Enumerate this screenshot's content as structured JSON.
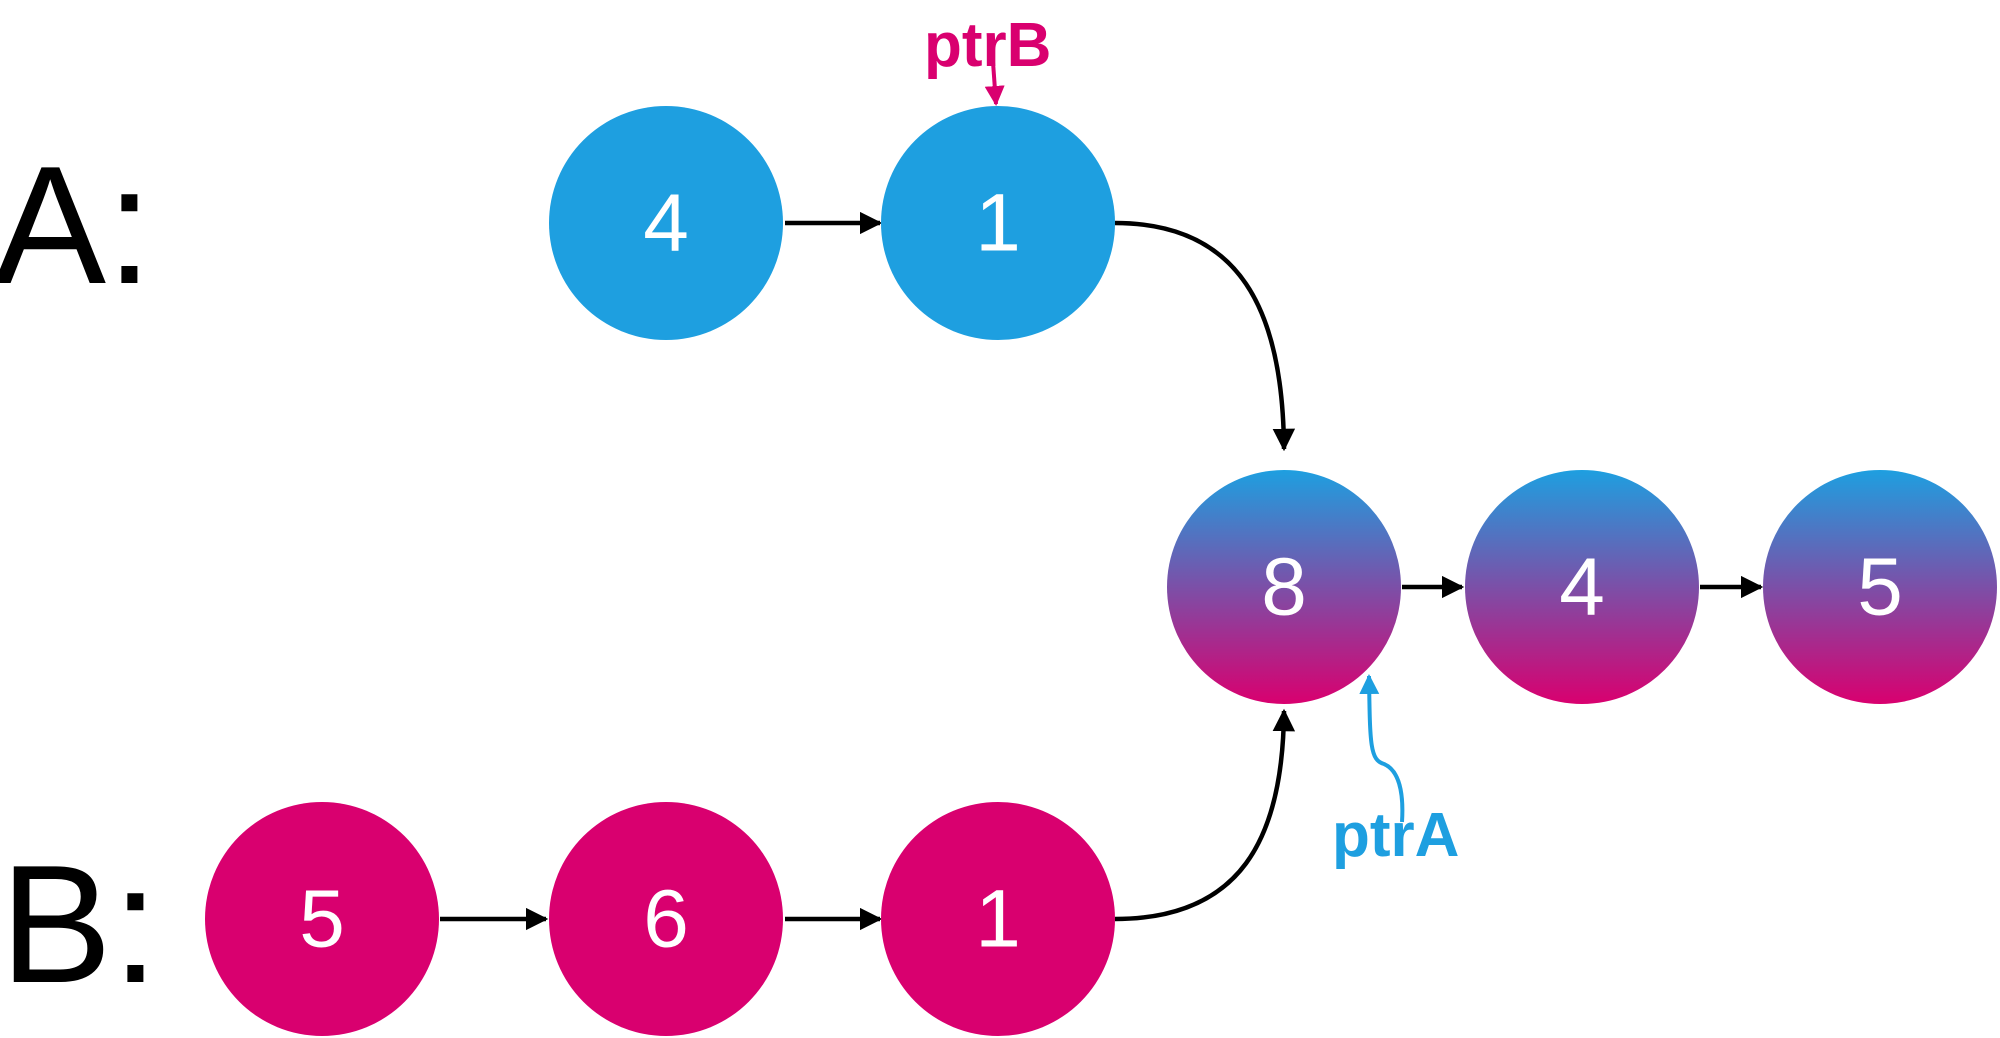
{
  "lists": {
    "a": {
      "label": "A:",
      "color": "#1e9fe0"
    },
    "b": {
      "label": "B:",
      "color": "#d9006f"
    }
  },
  "nodes": {
    "a1": "4",
    "a2": "1",
    "b1": "5",
    "b2": "6",
    "b3": "1",
    "c1": "8",
    "c2": "4",
    "c3": "5"
  },
  "pointers": {
    "ptr_a": {
      "label": "ptrA",
      "color": "#1e9fe0"
    },
    "ptr_b": {
      "label": "ptrB",
      "color": "#d9006f"
    }
  },
  "shared_gradient": {
    "top_color": "#1e9fe0",
    "bottom_color": "#d9006f"
  }
}
